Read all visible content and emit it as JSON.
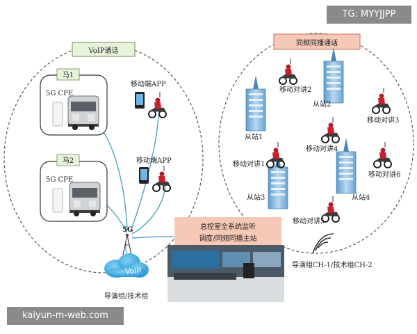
{
  "watermarks": {
    "top": "TG: MYYJJPP",
    "bottom": "kaiyun-m-web.com"
  },
  "voip": {
    "title": "VoIP通话",
    "horse1": "马1",
    "horse2": "马2",
    "cpe1": "5G CPE",
    "cpe2": "5G CPE",
    "app1": "移动端APP",
    "app2": "移动端APP",
    "network": "5G",
    "cloud": "VoIP",
    "group": "导演组/技术组"
  },
  "control": {
    "line1": "总控室全系统监听",
    "line2": "调度/同频同播主站"
  },
  "simulcast": {
    "title": "同频同播通话",
    "stations": [
      "从站1",
      "从站2",
      "从站3",
      "从站4"
    ],
    "talkies": [
      "移动对讲1",
      "移动对讲2",
      "移动对讲3",
      "移动对讲4",
      "移动对讲5",
      "移动对讲6"
    ],
    "channels": "导演组CH-1/技术组CH-2"
  },
  "colors": {
    "link": "#5aa9c4",
    "voip_badge": "#e8f3dc",
    "simulcast_badge": "#f6c9b6",
    "cloud": "#3ea8df",
    "building": "#7fb3d9"
  }
}
